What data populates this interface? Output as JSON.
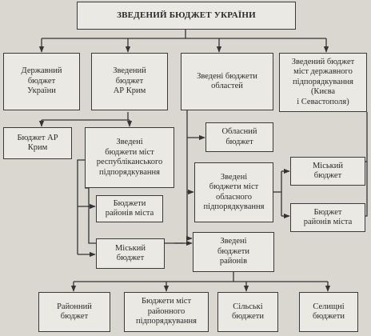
{
  "title": "ЗВЕДЕНИЙ БЮДЖЕТ УКРАЇНИ",
  "nodes": {
    "state": "Державний\nбюджет\nУкраїни",
    "crimea_consolidated": "Зведений\nбюджет\nАР Крим",
    "regions_consolidated": "Зведені бюджети\nобластей",
    "cities_special": "Зведений бюджет\nміст державного\nпідпорядкування\n(Києва\nі Севастополя)",
    "crimea_budget": "Бюджет АР\nКрим",
    "republican_cities": "Зведені\nбюджети міст\nреспубліканського підпорядкування",
    "city_districts_1": "Бюджети\nрайонів міста",
    "city_budget_1": "Міський\nбюджет",
    "oblast_budget": "Обласний\nбюджет",
    "oblast_cities": "Зведені\nбюджети міст\nобласного підпорядкування",
    "city_budget_2": "Міський\nбюджет",
    "city_districts_2": "Бюджет\nрайонів міста",
    "districts_consolidated": "Зведені\nбюджети\nрайонів",
    "district_budget": "Районний\nбюджет",
    "district_cities": "Бюджети міст\nрайонного\nпідпорядкування",
    "village": "Сільські\nбюджети",
    "settlement": "Селищні\nбюджети"
  }
}
